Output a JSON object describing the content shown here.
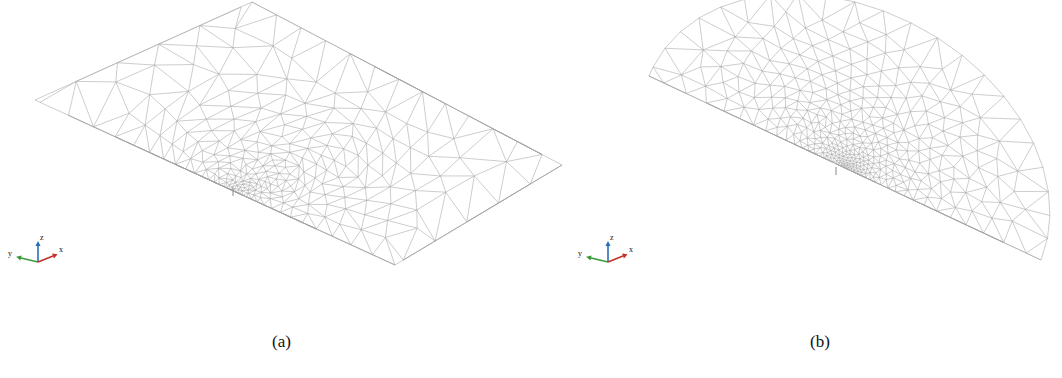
{
  "diagram": {
    "labels": [
      "(a)",
      "(b)",
      "y",
      "z",
      "x",
      "y",
      "z",
      "x"
    ]
  }
}
